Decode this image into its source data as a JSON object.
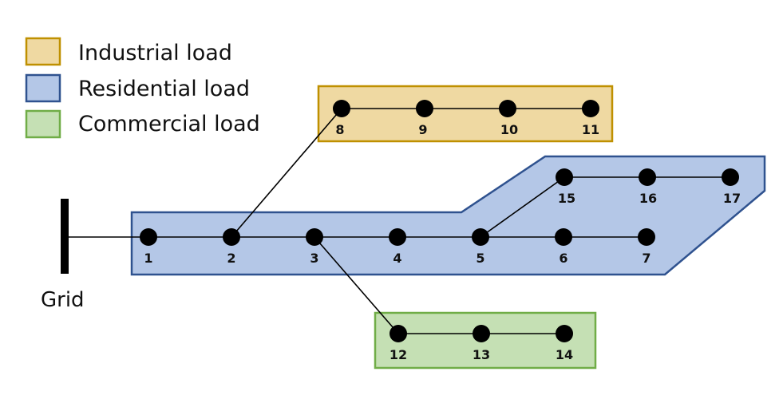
{
  "legend": [
    {
      "id": "industrial",
      "label": "Industrial load",
      "fill": "#efd9a2",
      "stroke": "#bf9000"
    },
    {
      "id": "residential",
      "label": "Residential load",
      "fill": "#b4c7e7",
      "stroke": "#2f528f"
    },
    {
      "id": "commercial",
      "label": "Commercial load",
      "fill": "#c5e0b4",
      "stroke": "#70ad47"
    }
  ],
  "grid": {
    "label": "Grid"
  },
  "nodes": [
    {
      "id": "1",
      "label": "1"
    },
    {
      "id": "2",
      "label": "2"
    },
    {
      "id": "3",
      "label": "3"
    },
    {
      "id": "4",
      "label": "4"
    },
    {
      "id": "5",
      "label": "5"
    },
    {
      "id": "6",
      "label": "6"
    },
    {
      "id": "7",
      "label": "7"
    },
    {
      "id": "8",
      "label": "8"
    },
    {
      "id": "9",
      "label": "9"
    },
    {
      "id": "10",
      "label": "10"
    },
    {
      "id": "11",
      "label": "11"
    },
    {
      "id": "12",
      "label": "12"
    },
    {
      "id": "13",
      "label": "13"
    },
    {
      "id": "14",
      "label": "14"
    },
    {
      "id": "15",
      "label": "15"
    },
    {
      "id": "16",
      "label": "16"
    },
    {
      "id": "17",
      "label": "17"
    }
  ],
  "edges": [
    [
      "grid",
      "1"
    ],
    [
      "1",
      "2"
    ],
    [
      "2",
      "3"
    ],
    [
      "3",
      "4"
    ],
    [
      "4",
      "5"
    ],
    [
      "5",
      "6"
    ],
    [
      "6",
      "7"
    ],
    [
      "2",
      "8"
    ],
    [
      "8",
      "9"
    ],
    [
      "9",
      "10"
    ],
    [
      "10",
      "11"
    ],
    [
      "3",
      "12"
    ],
    [
      "12",
      "13"
    ],
    [
      "13",
      "14"
    ],
    [
      "5",
      "15"
    ],
    [
      "15",
      "16"
    ],
    [
      "16",
      "17"
    ]
  ]
}
